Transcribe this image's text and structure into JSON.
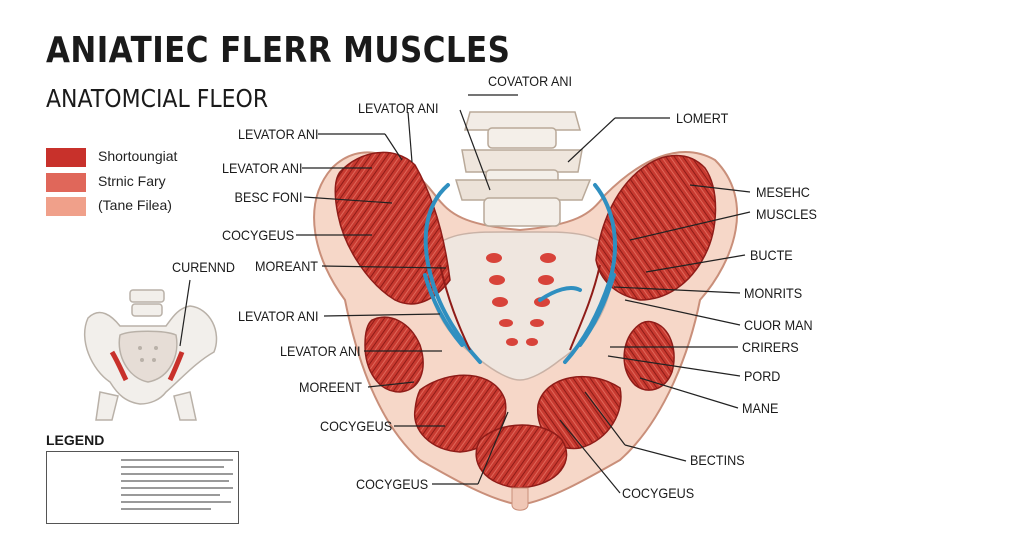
{
  "header": {
    "title": "ANIATIEC FLERR MUSCLES",
    "subtitle": "ANATOMCIAL FLEOR"
  },
  "color_key": [
    {
      "label": "Shortoungiat",
      "color": "#c8312b"
    },
    {
      "label": "Strnic Fary",
      "color": "#e0675a"
    },
    {
      "label": "(Tane Filea)",
      "color": "#f0a08a"
    }
  ],
  "inset": {
    "label": "CURENND"
  },
  "legend": {
    "title": "LEGEND"
  },
  "labels_left": [
    {
      "id": "levator-ani-1",
      "text": "LEVATOR ANI"
    },
    {
      "id": "levator-ani-2",
      "text": "LEVATOR ANI"
    },
    {
      "id": "levator-ani-3",
      "text": "LEVATOR ANI"
    },
    {
      "id": "besc-foni",
      "text": "BESC FONI"
    },
    {
      "id": "cocygeus-1",
      "text": "COCYGEUS"
    },
    {
      "id": "moreant",
      "text": "MOREANT"
    },
    {
      "id": "levator-ani-4",
      "text": "LEVATOR ANI"
    },
    {
      "id": "levator-ani-5",
      "text": "LEVATOR ANI"
    },
    {
      "id": "moreent",
      "text": "MOREENT"
    },
    {
      "id": "cocygeus-2",
      "text": "COCYGEUS"
    },
    {
      "id": "cocygeus-3",
      "text": "COCYGEUS"
    }
  ],
  "labels_right": [
    {
      "id": "covator-ani",
      "text": "COVATOR ANI"
    },
    {
      "id": "lomert",
      "text": "LOMERT"
    },
    {
      "id": "mesehc",
      "text": "MESEHC"
    },
    {
      "id": "muscles",
      "text": "MUSCLES"
    },
    {
      "id": "bucte",
      "text": "BUCTE"
    },
    {
      "id": "monrits",
      "text": "MONRITS"
    },
    {
      "id": "cuor-man",
      "text": "CUOR MAN"
    },
    {
      "id": "crirers",
      "text": "CRIRERS"
    },
    {
      "id": "pord",
      "text": "PORD"
    },
    {
      "id": "mane",
      "text": "MANE"
    },
    {
      "id": "bectins",
      "text": "BECTINS"
    },
    {
      "id": "cocygeus-4",
      "text": "COCYGEUS"
    }
  ]
}
